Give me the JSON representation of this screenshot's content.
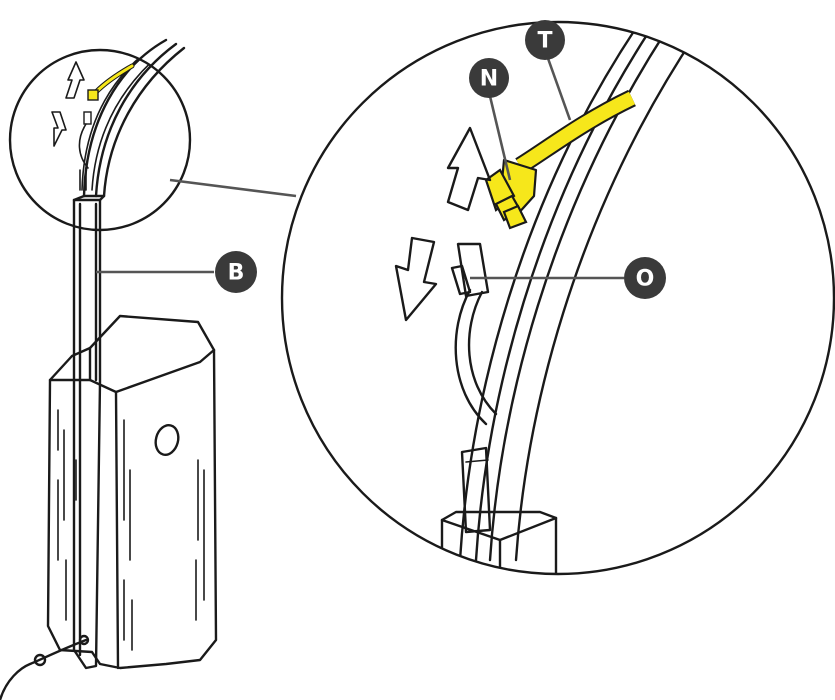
{
  "labels": {
    "B": "B",
    "N": "N",
    "T": "T",
    "O": "O"
  },
  "colors": {
    "cable": "#f6e71b",
    "badge": "#3a3a3a",
    "line": "#1a1a1a",
    "leader": "#555555"
  },
  "icons": [
    "up-arrow-icon",
    "down-arrow-icon"
  ]
}
